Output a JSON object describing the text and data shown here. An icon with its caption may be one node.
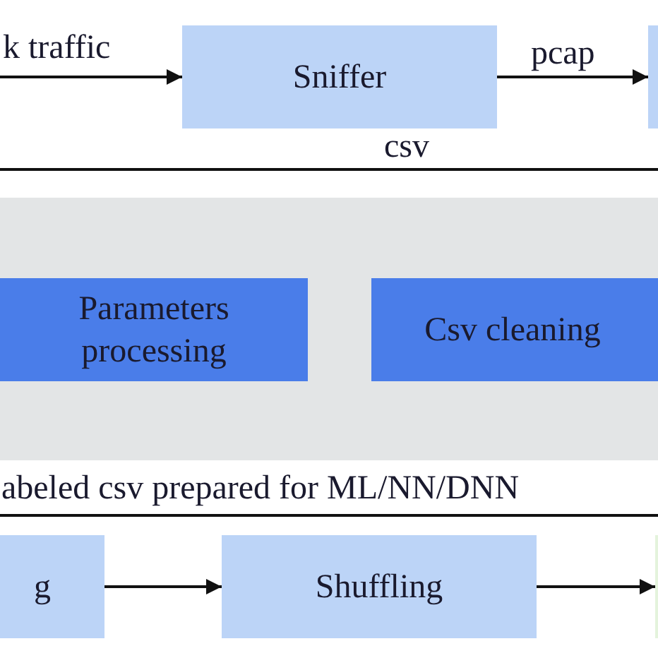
{
  "diagram": {
    "nodes": [
      {
        "text": [
          "Sniffer"
        ]
      },
      {
        "text": [],
        "shape": "box"
      },
      {
        "text": [],
        "shape": "box"
      },
      {
        "text": [
          "Parameters processing"
        ],
        "in": 2
      },
      {
        "text": [
          "Csv cleaning"
        ],
        "in": 2
      },
      {
        "text": [
          "g"
        ]
      },
      {
        "text": [
          "Shuffling"
        ]
      },
      {
        "text": [],
        "shape": "box"
      }
    ],
    "edges": [
      {
        "from": null,
        "to": 0,
        "arrow": "to",
        "label": "k traffic"
      },
      {
        "from": 0,
        "to": 1,
        "arrow": "to",
        "label": "pcap"
      },
      {
        "from": 5,
        "to": 6,
        "arrow": "to"
      },
      {
        "from": 6,
        "to": 7,
        "arrow": "to"
      }
    ],
    "labels": [
      "csv",
      "abeled csv prepared for ML/NN/DNN"
    ]
  }
}
